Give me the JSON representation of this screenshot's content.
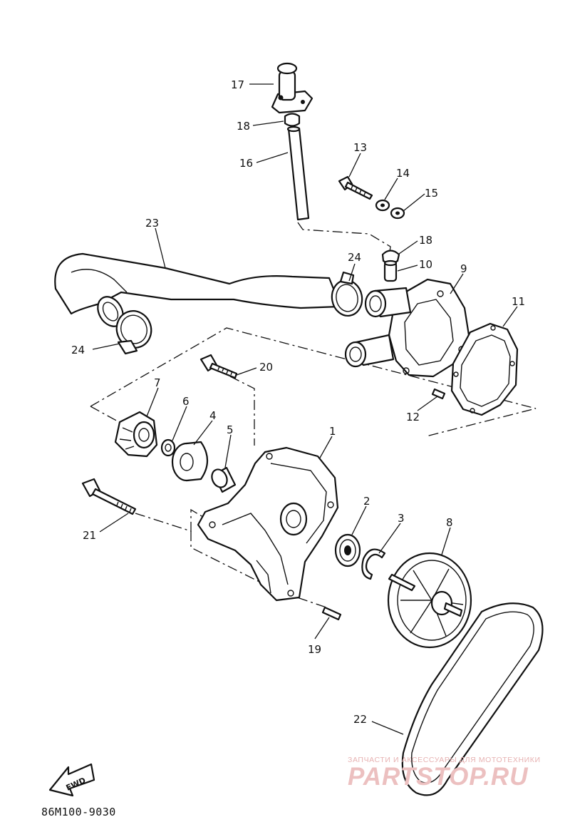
{
  "diagram": {
    "callouts": [
      {
        "id": "17",
        "label": "17"
      },
      {
        "id": "18a",
        "label": "18"
      },
      {
        "id": "16",
        "label": "16"
      },
      {
        "id": "13",
        "label": "13"
      },
      {
        "id": "14",
        "label": "14"
      },
      {
        "id": "15",
        "label": "15"
      },
      {
        "id": "23",
        "label": "23"
      },
      {
        "id": "18b",
        "label": "18"
      },
      {
        "id": "24a",
        "label": "24"
      },
      {
        "id": "10",
        "label": "10"
      },
      {
        "id": "9",
        "label": "9"
      },
      {
        "id": "11",
        "label": "11"
      },
      {
        "id": "24b",
        "label": "24"
      },
      {
        "id": "20",
        "label": "20"
      },
      {
        "id": "12",
        "label": "12"
      },
      {
        "id": "7",
        "label": "7"
      },
      {
        "id": "6",
        "label": "6"
      },
      {
        "id": "4",
        "label": "4"
      },
      {
        "id": "5",
        "label": "5"
      },
      {
        "id": "1",
        "label": "1"
      },
      {
        "id": "21",
        "label": "21"
      },
      {
        "id": "2",
        "label": "2"
      },
      {
        "id": "3",
        "label": "3"
      },
      {
        "id": "8",
        "label": "8"
      },
      {
        "id": "19",
        "label": "19"
      },
      {
        "id": "22",
        "label": "22"
      }
    ],
    "fwd_arrow_text": "FWD",
    "diagram_code": "86M100-9030"
  },
  "watermark": {
    "tagline": "ЗАПЧАСТИ И АКСЕССУАРЫ ДЛЯ МОТОТЕХНИКИ",
    "site": "PARTSTOP.RU"
  },
  "colors": {
    "line": "#111111",
    "watermark": "#e9b7b7"
  }
}
